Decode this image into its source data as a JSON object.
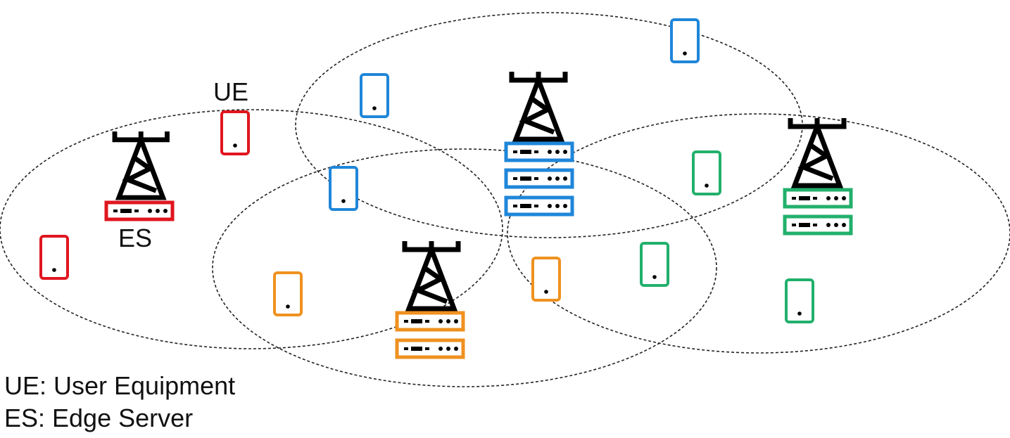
{
  "labels": {
    "ue": "UE",
    "es": "ES"
  },
  "legend": [
    {
      "abbr": "UE",
      "text": "UE: User Equipment"
    },
    {
      "abbr": "ES",
      "text": "ES: Edge Server"
    }
  ],
  "colors": {
    "red": "#e0161f",
    "blue": "#1f86d9",
    "orange": "#ef9120",
    "green": "#22b06c",
    "tower": "#000000",
    "coverage": "#222222"
  },
  "cells": [
    {
      "id": "red",
      "color": "red",
      "servers": 1,
      "devices": 2
    },
    {
      "id": "blue",
      "color": "blue",
      "servers": 3,
      "devices": 3
    },
    {
      "id": "orange",
      "color": "orange",
      "servers": 2,
      "devices": 2
    },
    {
      "id": "green",
      "color": "green",
      "servers": 2,
      "devices": 3
    }
  ],
  "icons": {
    "tower": "cell-tower-icon",
    "server": "edge-server-icon",
    "device": "mobile-phone-icon"
  }
}
